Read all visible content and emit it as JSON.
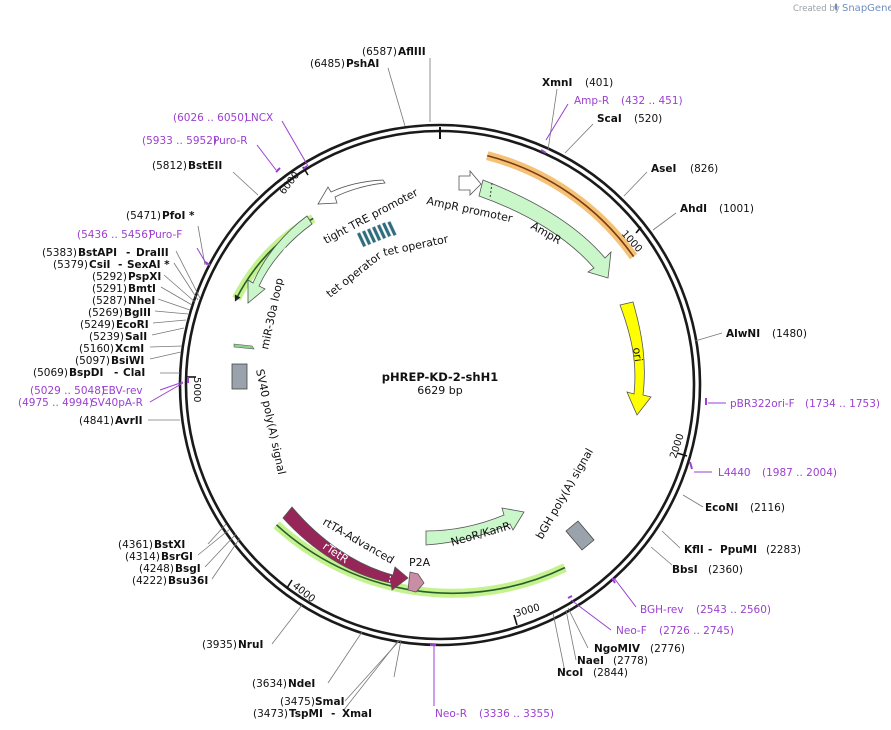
{
  "credit": {
    "prefix": "Created by",
    "brand": "SnapGene"
  },
  "plasmid": {
    "name": "pHREP-KD-2-shH1",
    "size": "6629 bp"
  },
  "ticks": [
    "1000",
    "2000",
    "3000",
    "4000",
    "5000",
    "6000"
  ],
  "features": {
    "tight_tre_promoter": "tight TRE promoter",
    "tet_operator_1": "tet operator",
    "tet_operator_2": "tet operator",
    "ampr_promoter": "AmpR promoter",
    "ampr": "AmpR",
    "ori": "ori",
    "puror": "PuroR",
    "mir30a_loop": "miR-30a loop",
    "sv40_polya": "SV40 poly(A) signal",
    "bgh_polya": "bGH poly(A) signal",
    "neor_kanr": "NeoR/KanR",
    "rtta_advanced": "rtTA-Advanced",
    "rtetr": "rTetR",
    "p2a": "P2A"
  },
  "sites": {
    "afliii": {
      "pos": "(6587)",
      "name": "AflIII"
    },
    "pshai": {
      "pos": "(6485)",
      "name": "PshAI"
    },
    "xmni": {
      "pos": "(401)",
      "name": "XmnI"
    },
    "scai": {
      "pos": "(520)",
      "name": "ScaI"
    },
    "asei": {
      "pos": "(826)",
      "name": "AseI"
    },
    "ahdi": {
      "pos": "(1001)",
      "name": "AhdI"
    },
    "alwni": {
      "pos": "(1480)",
      "name": "AlwNI"
    },
    "econi": {
      "pos": "(2116)",
      "name": "EcoNI"
    },
    "kfli": {
      "pos": "(2283)",
      "name": "KflI",
      "extra": "PpuMI"
    },
    "bbsi": {
      "pos": "(2360)",
      "name": "BbsI"
    },
    "ngomiv": {
      "pos": "(2776)",
      "name": "NgoMIV"
    },
    "naei": {
      "pos": "(2778)",
      "name": "NaeI"
    },
    "ncoi": {
      "pos": "(2844)",
      "name": "NcoI"
    },
    "bsteii": {
      "pos": "(5812)",
      "name": "BstEII"
    },
    "pfoi": {
      "pos": "(5471)",
      "name": "PfoI *"
    },
    "bstapi": {
      "pos": "(5383)",
      "name": "BstAPI",
      "extra": "DraIII"
    },
    "csii": {
      "pos": "(5379)",
      "name": "CsiI",
      "extra": "SexAI *"
    },
    "pspxi": {
      "pos": "(5292)",
      "name": "PspXI"
    },
    "bmti": {
      "pos": "(5291)",
      "name": "BmtI"
    },
    "nhei": {
      "pos": "(5287)",
      "name": "NheI"
    },
    "bglii": {
      "pos": "(5269)",
      "name": "BglII"
    },
    "ecori": {
      "pos": "(5249)",
      "name": "EcoRI"
    },
    "sali": {
      "pos": "(5239)",
      "name": "SalI"
    },
    "xcmi": {
      "pos": "(5160)",
      "name": "XcmI"
    },
    "bsiwi": {
      "pos": "(5097)",
      "name": "BsiWI"
    },
    "bspdi": {
      "pos": "(5069)",
      "name": "BspDI",
      "extra": "ClaI"
    },
    "avrii": {
      "pos": "(4841)",
      "name": "AvrII"
    },
    "bstxi": {
      "pos": "(4361)",
      "name": "BstXI"
    },
    "bsrgi": {
      "pos": "(4314)",
      "name": "BsrGI"
    },
    "bsgi": {
      "pos": "(4248)",
      "name": "BsgI"
    },
    "bsu36i": {
      "pos": "(4222)",
      "name": "Bsu36I"
    },
    "nrui": {
      "pos": "(3935)",
      "name": "NruI"
    },
    "ndei": {
      "pos": "(3634)",
      "name": "NdeI"
    },
    "smai": {
      "pos": "(3475)",
      "name": "SmaI"
    },
    "tspmi": {
      "pos": "(3473)",
      "name": "TspMI",
      "extra": "XmaI"
    }
  },
  "primers": {
    "lncx": {
      "name": "LNCX",
      "range": "(6026 .. 6050)"
    },
    "puro_r": {
      "name": "Puro-R",
      "range": "(5933 .. 5952)"
    },
    "puro_f": {
      "name": "Puro-F",
      "range": "(5436 .. 5456)"
    },
    "ebv_rev": {
      "name": "EBV-rev",
      "range": "(5029 .. 5048)"
    },
    "sv40pa_r": {
      "name": "SV40pA-R",
      "range": "(4975 .. 4994)"
    },
    "amp_r": {
      "name": "Amp-R",
      "range": "(432 .. 451)"
    },
    "pbr322ori_f": {
      "name": "pBR322ori-F",
      "range": "(1734 .. 1753)"
    },
    "l4440": {
      "name": "L4440",
      "range": "(1987 .. 2004)"
    },
    "bgh_rev": {
      "name": "BGH-rev",
      "range": "(2543 .. 2560)"
    },
    "neo_f": {
      "name": "Neo-F",
      "range": "(2726 .. 2745)"
    },
    "neo_r": {
      "name": "Neo-R",
      "range": "(3336 .. 3355)"
    }
  },
  "colors": {
    "backbone": "#1a1a1a",
    "ampr": "#c9f7c9",
    "ori": "#ffff00",
    "primer": "#9b3fd0",
    "rtta": "#962558",
    "p2a": "#c98ea6",
    "polya": "#9aa3ab",
    "operator": "#2c6e7f",
    "highlight_orange": "#f3b65f",
    "highlight_green": "#b9f07a"
  }
}
